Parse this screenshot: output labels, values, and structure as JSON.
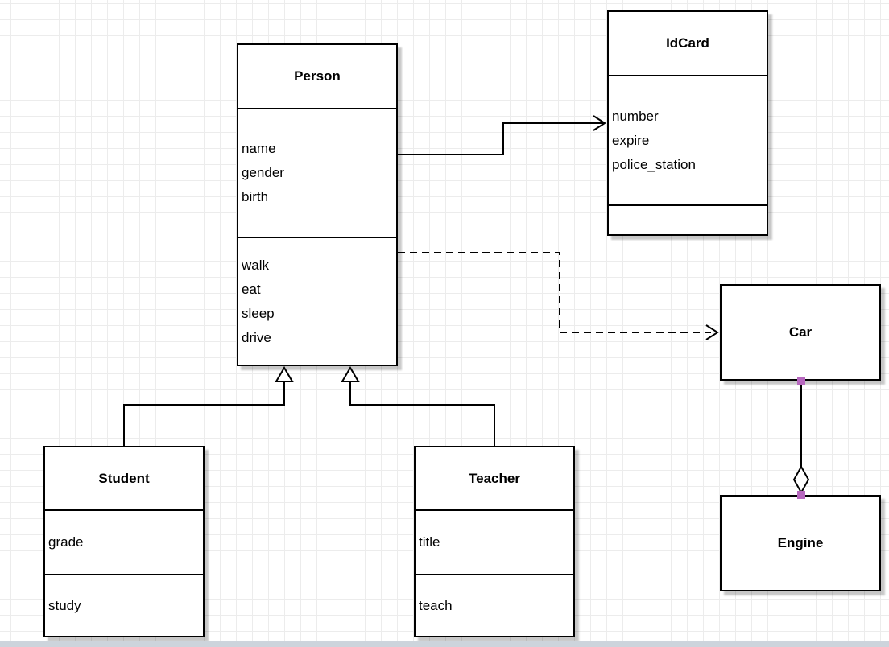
{
  "canvas": {
    "background": "#ffffff",
    "grid_color": "#ececec",
    "grid_size": 20
  },
  "classes": [
    {
      "name": "Person",
      "attributes": [
        "name",
        "gender",
        "birth"
      ],
      "methods": [
        "walk",
        "eat",
        "sleep",
        "drive"
      ]
    },
    {
      "name": "IdCard",
      "attributes": [
        "number",
        "expire",
        "police_station"
      ],
      "methods": []
    },
    {
      "name": "Student",
      "attributes": [
        "grade"
      ],
      "methods": [
        "study"
      ]
    },
    {
      "name": "Teacher",
      "attributes": [
        "title"
      ],
      "methods": [
        "teach"
      ]
    },
    {
      "name": "Car",
      "attributes": [],
      "methods": []
    },
    {
      "name": "Engine",
      "attributes": [],
      "methods": []
    }
  ],
  "relationships": [
    {
      "from": "Person",
      "to": "IdCard",
      "type": "association",
      "line": "solid",
      "marker": "open-arrow"
    },
    {
      "from": "Person",
      "to": "Car",
      "type": "dependency",
      "line": "dashed",
      "marker": "open-arrow"
    },
    {
      "from": "Student",
      "to": "Person",
      "type": "generalization",
      "line": "solid",
      "marker": "hollow-triangle"
    },
    {
      "from": "Teacher",
      "to": "Person",
      "type": "generalization",
      "line": "solid",
      "marker": "hollow-triangle"
    },
    {
      "from": "Car",
      "to": "Engine",
      "type": "aggregation",
      "line": "solid",
      "marker": "hollow-diamond"
    }
  ],
  "colors": {
    "stroke": "#000000",
    "shadow": "rgba(0,0,0,0.22)",
    "connection_point": "#b667be",
    "bottom_strip": "#cdd4dc"
  }
}
